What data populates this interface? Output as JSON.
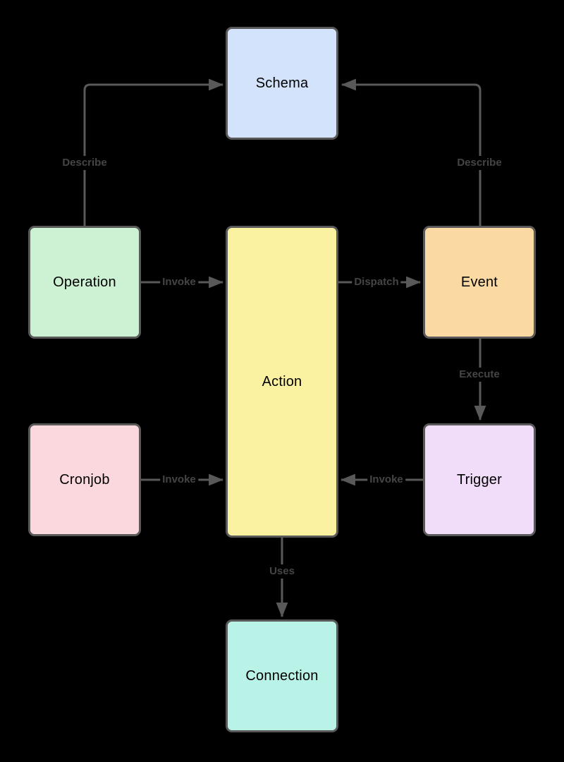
{
  "diagram": {
    "background_color": "#000000",
    "stroke_color": "#595959",
    "edge_label_color": "#454545",
    "node_label_color": "#000000",
    "nodes": {
      "schema": {
        "label": "Schema",
        "fill": "#d3e3fb"
      },
      "operation": {
        "label": "Operation",
        "fill": "#ccf1d3"
      },
      "action": {
        "label": "Action",
        "fill": "#fbf2a1"
      },
      "event": {
        "label": "Event",
        "fill": "#fbd9a3"
      },
      "cronjob": {
        "label": "Cronjob",
        "fill": "#fad8dd"
      },
      "trigger": {
        "label": "Trigger",
        "fill": "#f1dcfa"
      },
      "connection": {
        "label": "Connection",
        "fill": "#b9f2e6"
      }
    },
    "edges": {
      "operation_schema": {
        "label": "Describe"
      },
      "event_schema": {
        "label": "Describe"
      },
      "operation_action": {
        "label": "Invoke"
      },
      "action_event": {
        "label": "Dispatch"
      },
      "event_trigger": {
        "label": "Execute"
      },
      "trigger_action": {
        "label": "Invoke"
      },
      "cronjob_action": {
        "label": "Invoke"
      },
      "action_connection": {
        "label": "Uses"
      }
    }
  }
}
